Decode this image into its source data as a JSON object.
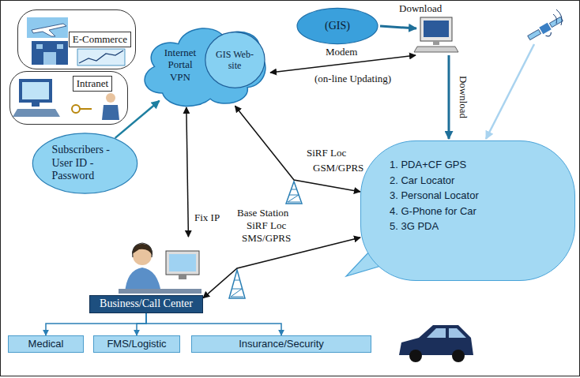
{
  "diagram": {
    "nodes": [
      {
        "text": [
          "Internet Portal VPN"
        ]
      },
      {
        "text": [
          "GIS Web-site"
        ],
        "in": 0
      },
      {
        "text": [
          "E-Commerce"
        ]
      },
      {
        "text": [
          "Intranet"
        ]
      },
      {
        "text": [
          "Subscribers -User ID -Password"
        ]
      },
      {
        "text": [
          "(GIS)"
        ]
      },
      {
        "text": [
          "1. PDA+CF GPS",
          "2. Car Locator",
          "3. Personal Locator",
          "4. G-Phone for Car",
          "5. 3G PDA"
        ]
      },
      {
        "text": [
          "Business/Call Center"
        ]
      },
      {
        "text": [
          "Medical"
        ]
      },
      {
        "text": [
          "FMS/Logistic"
        ]
      },
      {
        "text": [
          "Insurance/Security"
        ]
      }
    ],
    "edges": [
      {
        "from": 4,
        "to": 0,
        "arrow": "to"
      },
      {
        "from": 0,
        "to": 7,
        "label": "Fix IP",
        "arrow": "both"
      },
      {
        "from": 0,
        "to": 6,
        "arrow": "both"
      },
      {
        "from": 7,
        "to": 6,
        "arrow": "both"
      },
      {
        "from": 7,
        "to": 8,
        "arrow": "to"
      },
      {
        "from": 7,
        "to": 9,
        "arrow": "to"
      },
      {
        "from": 7,
        "to": 10,
        "arrow": "to"
      }
    ],
    "labels": [
      "Download",
      "Modem",
      "(on-line Updating)",
      "Download",
      "SiRF Loc",
      "GSM/GPRS",
      "Base Station",
      "SiRF Loc",
      "SMS/GPRS"
    ]
  }
}
